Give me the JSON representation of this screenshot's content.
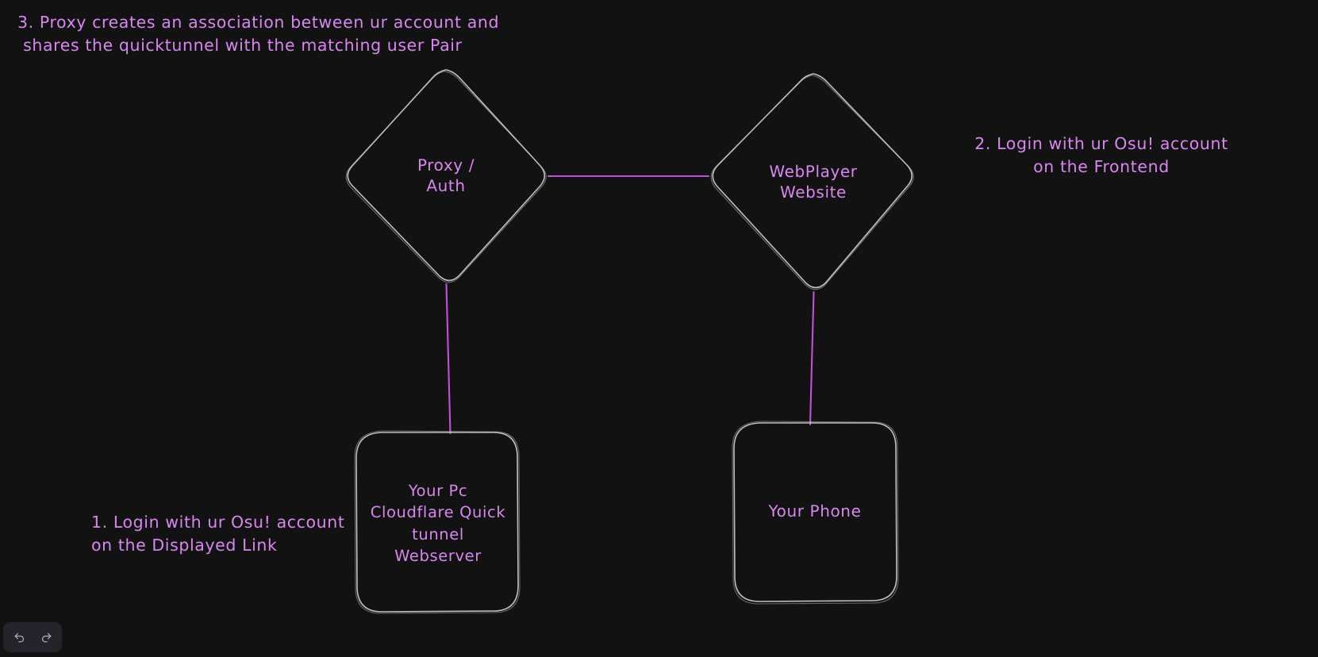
{
  "canvas": {
    "background_color": "#121212",
    "stroke_color": "#c8c8c8",
    "connector_color": "#c34fe0",
    "text_color": "#d887f0"
  },
  "nodes": [
    {
      "id": "proxy-auth",
      "shape": "diamond",
      "label": "Proxy /\nAuth"
    },
    {
      "id": "webplayer-website",
      "shape": "diamond",
      "label": "WebPlayer\nWebsite"
    },
    {
      "id": "your-pc",
      "shape": "rounded-rectangle",
      "label": "Your Pc\nCloudflare Quick\ntunnel\nWebserver"
    },
    {
      "id": "your-phone",
      "shape": "rounded-rectangle",
      "label": "Your Phone"
    }
  ],
  "annotations": [
    {
      "id": "step-3",
      "text": "3. Proxy creates an association between ur account and\n shares the quicktunnel with the matching user Pair"
    },
    {
      "id": "step-2",
      "text": "2. Login with ur Osu! account\non the Frontend"
    },
    {
      "id": "step-1",
      "text": "1. Login with ur Osu! account\non the Displayed Link"
    }
  ],
  "connectors": [
    {
      "id": "proxy-to-webplayer",
      "from": "proxy-auth",
      "to": "webplayer-website"
    },
    {
      "id": "proxy-to-your-pc",
      "from": "proxy-auth",
      "to": "your-pc"
    },
    {
      "id": "webplayer-to-your-phone",
      "from": "webplayer-website",
      "to": "your-phone"
    }
  ],
  "toolbar": {
    "undo_label": "Undo",
    "redo_label": "Redo"
  }
}
